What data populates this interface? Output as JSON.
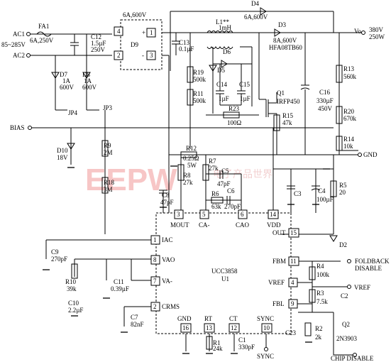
{
  "watermark": {
    "text": "EEPW",
    "cn": "电子产品世界"
  },
  "inputs": {
    "ac1": "AC1",
    "ac2": "AC2",
    "range": "85~285V"
  },
  "fuse": {
    "name": "FA1",
    "value": "6A,250V"
  },
  "bridge": {
    "name": "D9",
    "value": "6A,600V",
    "pin1": "1",
    "pin2": "2",
    "pin3": "3",
    "pin4": "4",
    "plus": "+",
    "minus": "-"
  },
  "components": {
    "C12": {
      "name": "C12",
      "v1": "1.5µF",
      "v2": "250V"
    },
    "C13": {
      "name": "C13",
      "v1": "0.1µF"
    },
    "D7": {
      "name": "D7",
      "v1": "1A",
      "v2": "600V"
    },
    "D8": {
      "name": "D8",
      "v1": "1A",
      "v2": "600V"
    },
    "D4": {
      "name": "D4",
      "v1": "6A,600V"
    },
    "L1": {
      "name": "L1**",
      "v1": "1mH"
    },
    "D3": {
      "name": "D3",
      "v1": "8A,600V",
      "v2": "HFA08TB60"
    },
    "D6": {
      "name": "D6"
    },
    "D5": {
      "name": "D5"
    },
    "R19": {
      "name": "R19",
      "v1": "500k"
    },
    "R11": {
      "name": "R11",
      "v1": "500k"
    },
    "C14": {
      "name": "C14",
      "v1": "1µF"
    },
    "C15": {
      "name": "C15",
      "v1": "1µF"
    },
    "R23": {
      "name": "R23",
      "v1": "100Ω"
    },
    "Q1": {
      "name": "Q1",
      "v1": "IRFP450"
    },
    "R15": {
      "name": "R15",
      "v1": "47k"
    },
    "C16": {
      "name": "C16",
      "v1": "330µF",
      "v2": "450V"
    },
    "R13": {
      "name": "R13",
      "v1": "560k"
    },
    "R20": {
      "name": "R20",
      "v1": "670k"
    },
    "R14": {
      "name": "R14",
      "v1": "10k"
    },
    "D10": {
      "name": "D10",
      "v1": "18V"
    },
    "R9": {
      "name": "R9",
      "v1": "2M"
    },
    "R18": {
      "name": "R18",
      "v1": "3M"
    },
    "R12": {
      "name": "R12",
      "v1": "0.25Ω",
      "v2": "5W"
    },
    "R8": {
      "name": "R8",
      "v1": "27k"
    },
    "R7": {
      "name": "R7",
      "v1": "27k"
    },
    "C8": {
      "name": "C8",
      "v1": "47pF"
    },
    "C5": {
      "name": "C5",
      "v1": "47pF"
    },
    "R6": {
      "name": "R6",
      "v1": "63k"
    },
    "C6": {
      "name": "C6",
      "v1": "270pF"
    },
    "C3": {
      "name": "C3"
    },
    "C4": {
      "name": "C4",
      "v1": "100µF"
    },
    "R5": {
      "name": "R5",
      "v1": "20"
    },
    "D2": {
      "name": "D2"
    },
    "C9": {
      "name": "C9",
      "v1": "270pF"
    },
    "R10": {
      "name": "R10",
      "v1": "39k"
    },
    "C11": {
      "name": "C11",
      "v1": "0.39µF"
    },
    "C10": {
      "name": "C10",
      "v1": "2.2µF"
    },
    "C7": {
      "name": "C7",
      "v1": "82nF"
    },
    "R1": {
      "name": "R1",
      "v1": "24k"
    },
    "C1": {
      "name": "C1",
      "v1": "330pF"
    },
    "R4": {
      "name": "R4",
      "v1": "100k"
    },
    "R3": {
      "name": "R3",
      "v1": "7.5k"
    },
    "C2": {
      "name": "C2"
    },
    "R2": {
      "name": "R2",
      "v1": "2k"
    },
    "C23": {
      "name": "C23"
    },
    "Q2": {
      "name": "Q2",
      "v1": "2N3903"
    }
  },
  "jumpers": {
    "jp4": "JP4",
    "jp3": "JP3"
  },
  "terminals": {
    "vo": "Vo",
    "vo_rating1": "380V",
    "vo_rating2": "250W",
    "bias": "BIAS",
    "gnd": "GND",
    "foldback1": "FOLDBACK",
    "foldback2": "DISABLE",
    "vref": "VREF",
    "sync": "SYNC",
    "chip_disable": "CHIP DISABLE"
  },
  "ic": {
    "name": "UCC3858",
    "ref": "U1",
    "pins": [
      {
        "num": "3",
        "label": "MOUT"
      },
      {
        "num": "5",
        "label": "CA-"
      },
      {
        "num": "6",
        "label": "CAO"
      },
      {
        "num": "14",
        "label": "VDD"
      },
      {
        "num": "15",
        "label": "OUT"
      },
      {
        "num": "1",
        "label": "IAC"
      },
      {
        "num": "8",
        "label": "VAO"
      },
      {
        "num": "7",
        "label": "VA-"
      },
      {
        "num": "2",
        "label": "CRMS"
      },
      {
        "num": "11",
        "label": "FBM"
      },
      {
        "num": "4",
        "label": "VREF"
      },
      {
        "num": "9",
        "label": "FBL"
      },
      {
        "num": "16",
        "label": "GND"
      },
      {
        "num": "13",
        "label": "RT"
      },
      {
        "num": "12",
        "label": "CT"
      },
      {
        "num": "10",
        "label": "SYNC"
      }
    ]
  }
}
